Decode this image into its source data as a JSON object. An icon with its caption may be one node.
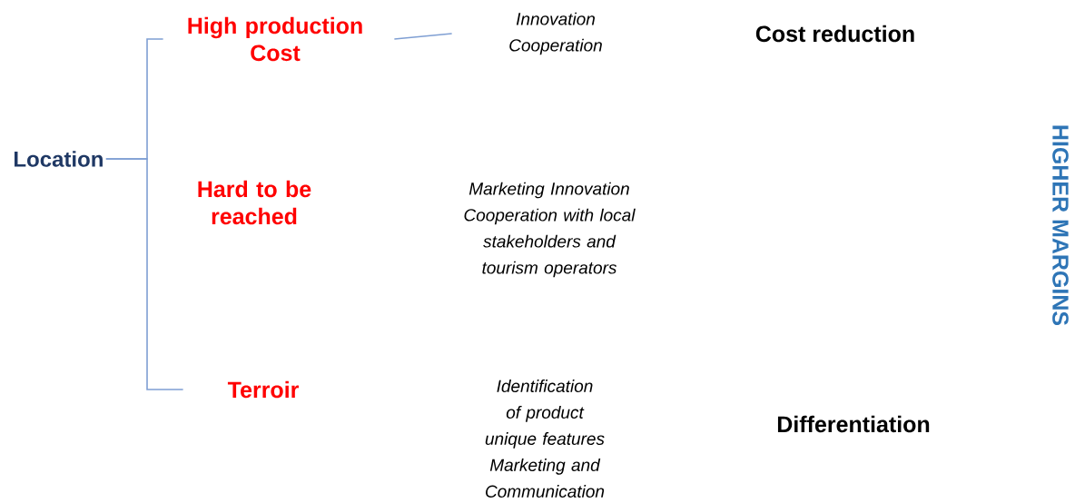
{
  "diagram": {
    "nodes": [
      {
        "text": [
          "Location"
        ]
      },
      {
        "text": [
          "High production Cost"
        ]
      },
      {
        "text": [
          "Innovation",
          "Cooperation"
        ]
      },
      {
        "text": [
          "Hard to be reached"
        ]
      },
      {
        "text": [
          "Marketing Innovation",
          "Cooperation with local stakeholders and tourism operators"
        ]
      },
      {
        "text": [
          "Terroir"
        ]
      },
      {
        "text": [
          "Identification of product unique features",
          "Marketing and Communication"
        ]
      }
    ],
    "edges": [
      {
        "from": 0,
        "to": 1,
        "arrow": "none"
      },
      {
        "from": 0,
        "to": 5,
        "arrow": "none"
      },
      {
        "from": 1,
        "to": 2,
        "arrow": "none"
      }
    ],
    "labels": [
      "Cost reduction",
      "HIGHER MARGINS",
      "Differentiation"
    ]
  }
}
